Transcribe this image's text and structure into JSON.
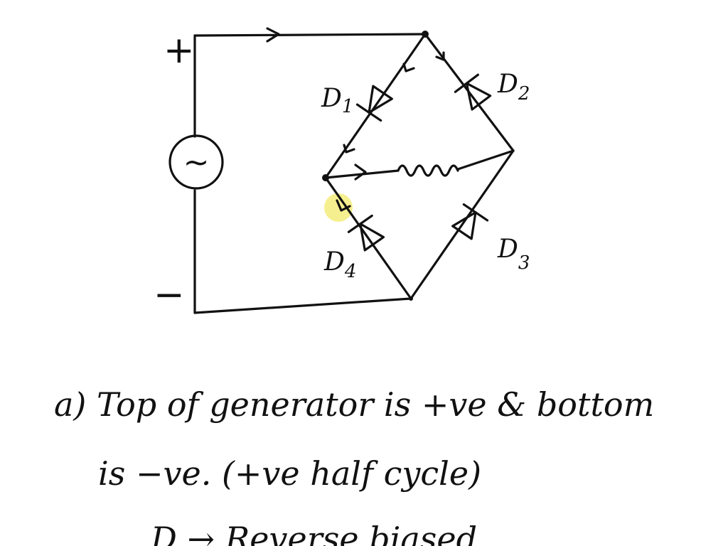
{
  "diagram": {
    "terminals": {
      "positive": "+",
      "negative": "−"
    },
    "source_symbol": "~",
    "diodes": [
      {
        "id": "D1",
        "letter": "D",
        "subscript": "1"
      },
      {
        "id": "D2",
        "letter": "D",
        "subscript": "2"
      },
      {
        "id": "D3",
        "letter": "D",
        "subscript": "3"
      },
      {
        "id": "D4",
        "letter": "D",
        "subscript": "4"
      }
    ],
    "highlight_color": "#f3ea6a"
  },
  "notes": {
    "line1": "a) Top of generator is +ve & bottom",
    "line2": "is −ve. (+ve half cycle)",
    "line3": "D → Reverse biased"
  }
}
